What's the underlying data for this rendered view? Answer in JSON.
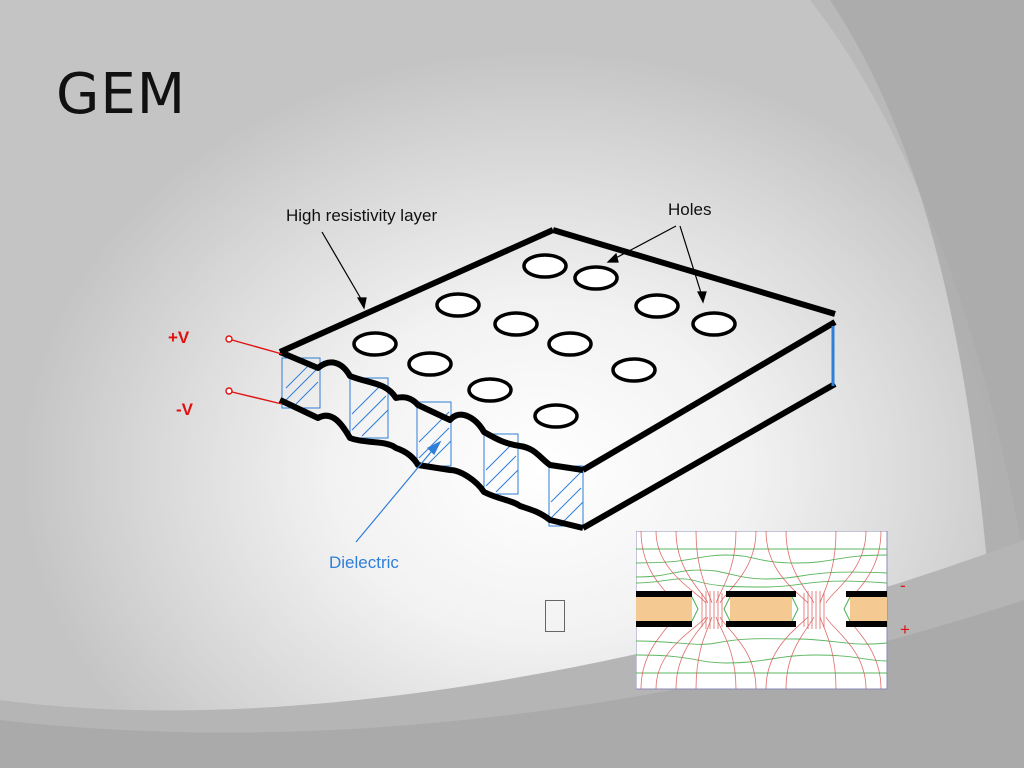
{
  "slide": {
    "title": "GEM"
  },
  "diagram": {
    "labels": {
      "high_resistivity": "High resistivity layer",
      "holes": "Holes",
      "plus_v": "+V",
      "minus_v": "-V",
      "dielectric": "Dielectric"
    },
    "colors": {
      "outline": "#000000",
      "electrode_lead": "#e01010",
      "dielectric": "#2f7ed8"
    }
  },
  "field_map": {
    "minus_sign": "-",
    "plus_sign": "+",
    "colors": {
      "field_lines": "#d9534f",
      "equipotentials": "#4caf50",
      "copper": "#f5c992",
      "electrode": "#000000"
    }
  }
}
